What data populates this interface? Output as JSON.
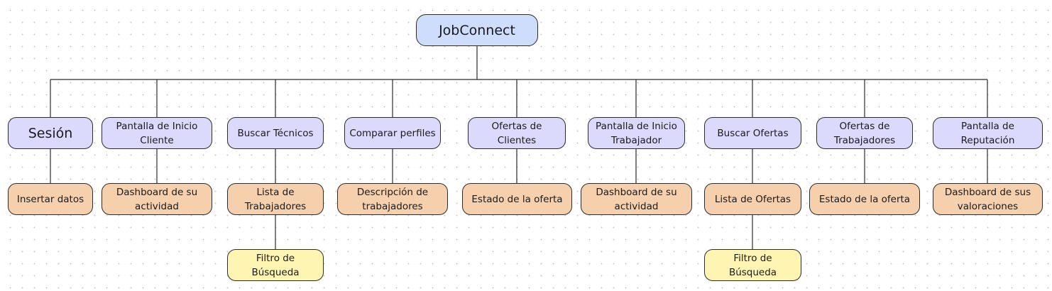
{
  "root": {
    "label": "JobConnect"
  },
  "branches": [
    {
      "label": "Sesión",
      "detail": "Insertar datos"
    },
    {
      "label": "Pantalla de Inicio\nCliente",
      "detail": "Dashboard de su\nactividad"
    },
    {
      "label": "Buscar Técnicos",
      "detail": "Lista de\nTrabajadores",
      "extra": "Filtro de Búsqueda"
    },
    {
      "label": "Comparar perfiles",
      "detail": "Descripción de\ntrabajadores"
    },
    {
      "label": "Ofertas de Clientes",
      "detail": "Estado de la oferta"
    },
    {
      "label": "Pantalla de Inicio\nTrabajador",
      "detail": "Dashboard de su\nactividad"
    },
    {
      "label": "Buscar Ofertas",
      "detail": "Lista de Ofertas",
      "extra": "Filtro de Búsqueda"
    },
    {
      "label": "Ofertas de\nTrabajadores",
      "detail": "Estado de la oferta"
    },
    {
      "label": "Pantalla de\nReputación",
      "detail": "Dashboard de sus\nvaloraciones"
    }
  ],
  "colors": {
    "root": "#cdddfb",
    "level1": "#dcdafc",
    "level2": "#f6d0ad",
    "level3": "#fff5b2",
    "line": "#2b2b2b"
  }
}
